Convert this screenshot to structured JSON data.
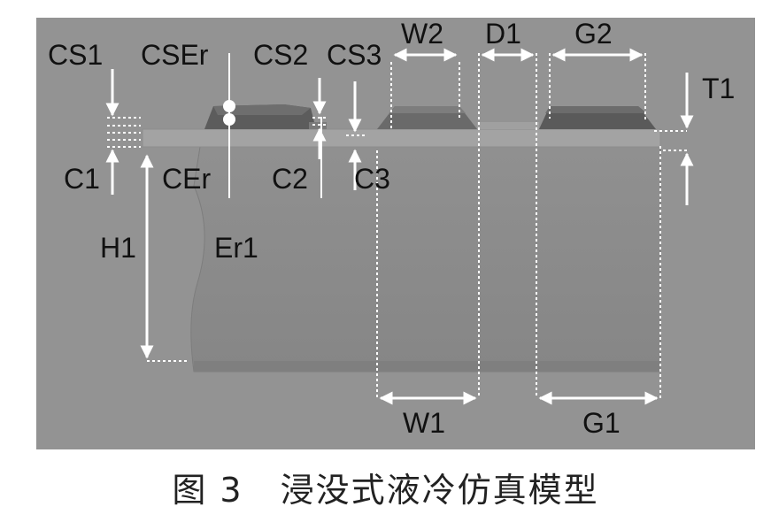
{
  "labels": {
    "cs1": "CS1",
    "cser": "CSEr",
    "cs2": "CS2",
    "cs3": "CS3",
    "w2": "W2",
    "d1": "D1",
    "g2": "G2",
    "t1": "T1",
    "c1": "C1",
    "cer": "CEr",
    "c2": "C2",
    "c3": "C3",
    "h1": "H1",
    "er1": "Er1",
    "w1": "W1",
    "g1": "G1"
  },
  "caption": {
    "figure_no": "图 3",
    "title": "浸没式液冷仿真模型"
  },
  "colors": {
    "background": "#939393",
    "arrow": "#ffffff",
    "board": "#8a8a8a",
    "chip": "#555555"
  }
}
